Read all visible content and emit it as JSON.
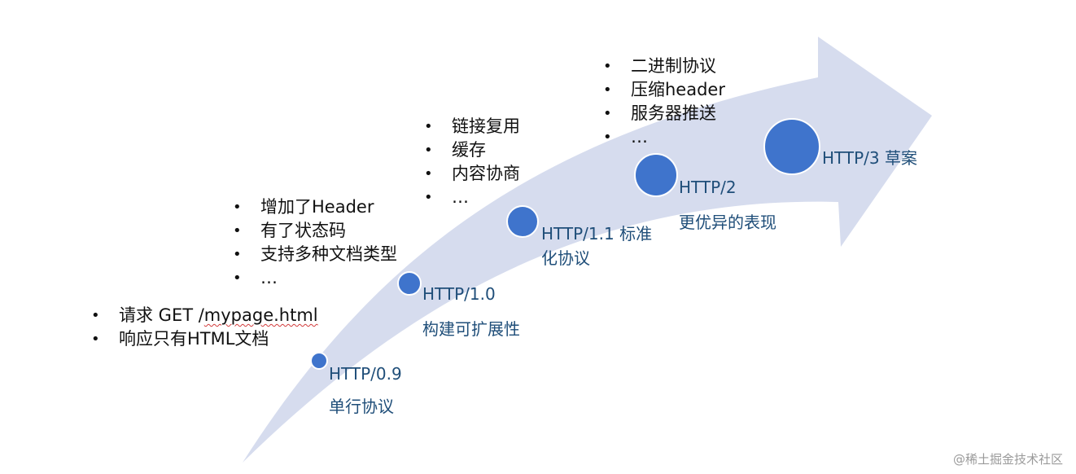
{
  "colors": {
    "arrow_fill": "#d6dcee",
    "node_fill": "#3f74cc",
    "node_stroke": "#ffffff",
    "version_text": "#1f4e79",
    "bullet_text": "#111111"
  },
  "stages": [
    {
      "version": "HTTP/0.9",
      "description": "单行协议",
      "features": [
        "请求 GET /mypage.html",
        "响应只有HTML文档"
      ]
    },
    {
      "version": "HTTP/1.0",
      "description": "构建可扩展性",
      "features": [
        "增加了Header",
        "有了状态码",
        "支持多种文档类型",
        "…"
      ]
    },
    {
      "version": "HTTP/1.1 标准化协议",
      "description": "",
      "features": [
        "链接复用",
        "缓存",
        "内容协商",
        "…"
      ]
    },
    {
      "version": "HTTP/2",
      "description": "更优异的表现",
      "features": [
        "二进制协议",
        "压缩header",
        "服务器推送",
        "…"
      ]
    },
    {
      "version": "HTTP/3 草案",
      "description": "",
      "features": []
    }
  ],
  "watermark": "@稀土掘金技术社区"
}
